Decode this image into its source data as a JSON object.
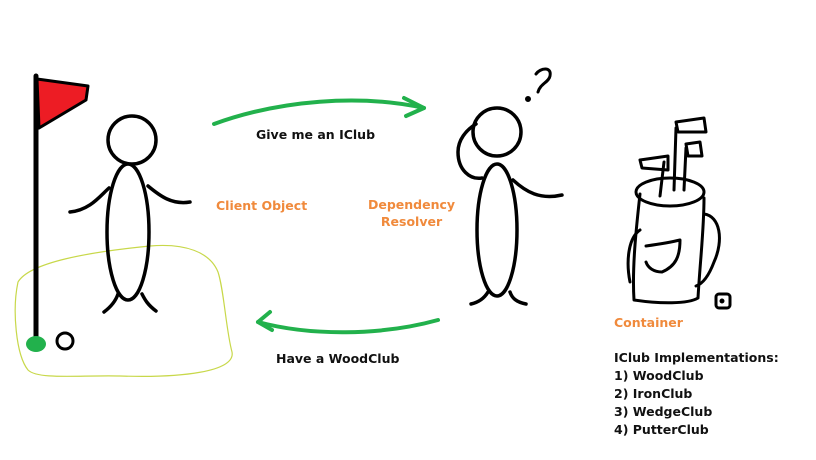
{
  "labels": {
    "request_message": "Give me an IClub",
    "response_message": "Have a WoodClub",
    "client": "Client Object",
    "resolver_line1": "Dependency",
    "resolver_line2": "Resolver",
    "container": "Container",
    "implementations_title": "IClub Implementations:"
  },
  "implementations": [
    "1) WoodClub",
    "2) IronClub",
    "3) WedgeClub",
    "4) PutterClub"
  ],
  "colors": {
    "label_orange": "#f08a3c",
    "arrow_green": "#22b14c",
    "flag_red": "#ed1c24",
    "green_outline": "#c8d84a",
    "hole_green": "#22b14c",
    "ink": "#000000"
  },
  "icons": {
    "flag": "golf-flag-icon",
    "ball": "golf-ball-icon",
    "bag": "golf-bag-icon",
    "question": "question-mark-icon"
  }
}
